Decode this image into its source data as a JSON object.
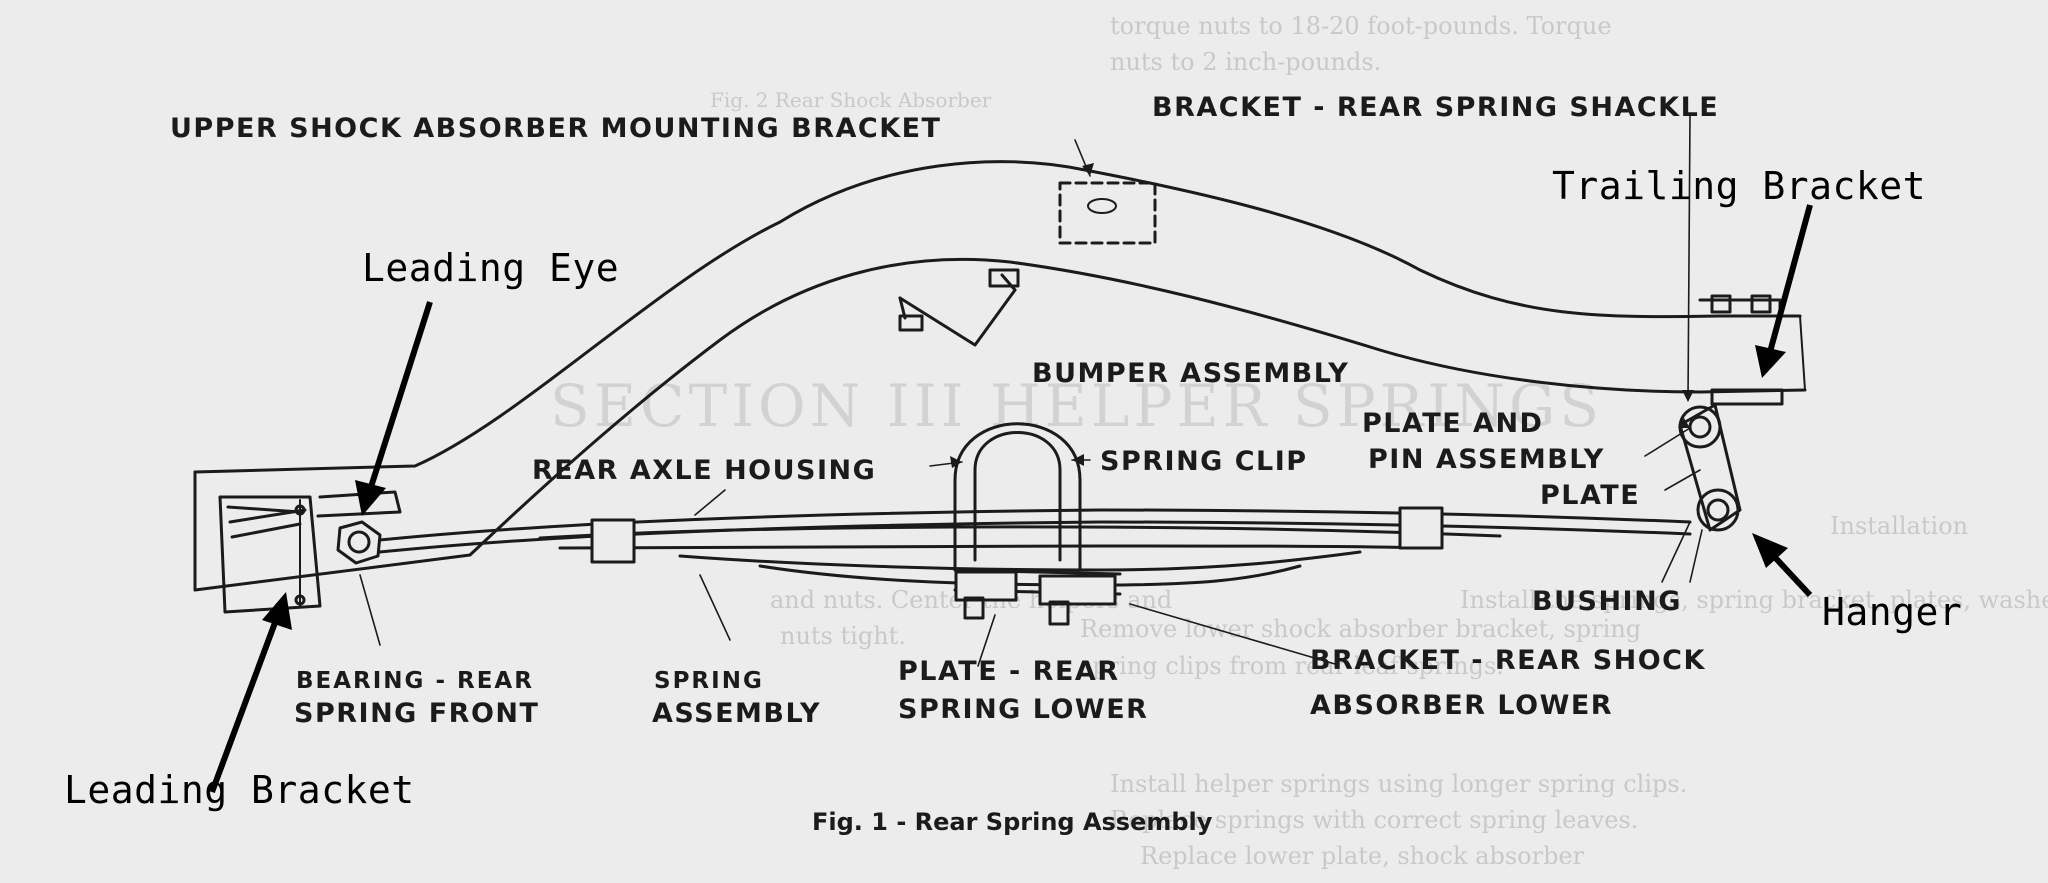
{
  "figure": {
    "caption": "Fig. 1 - Rear Spring Assembly"
  },
  "background_text": {
    "top_line_1": "torque nuts to 18-20 foot-pounds. Torque",
    "top_line_2": "nuts to 2 inch-pounds.",
    "top_ref": "Fig. 2 Rear Shock Absorber",
    "heading": "SECTION III HELPER SPRINGS",
    "side_1": "Installation",
    "mid_1": "Install the springs, spring bracket, plates, washers",
    "mid_2": "and nuts. Center the helpers and",
    "mid_3": "nuts tight.",
    "left_1": "Remove lower shock absorber bracket, spring",
    "left_2": "spring clips from rear leaf springs.",
    "bot_1": "Install helper springs using longer spring clips.",
    "bot_2": "Replace springs with correct spring leaves.",
    "bot_3": "Replace lower plate, shock absorber"
  },
  "labels": {
    "upper_shock": "UPPER SHOCK ABSORBER  MOUNTING BRACKET",
    "bracket_shackle": "BRACKET - REAR SPRING SHACKLE",
    "bumper": "BUMPER ASSEMBLY",
    "plate_pin_1": "PLATE AND",
    "plate_pin_2": "PIN ASSEMBLY",
    "rear_axle": "REAR AXLE HOUSING",
    "spring_clip": "SPRING CLIP",
    "plate": "PLATE",
    "bushing": "BUSHING",
    "bearing_1": "BEARING - REAR",
    "bearing_2": "SPRING FRONT",
    "spring_1": "SPRING",
    "spring_2": "ASSEMBLY",
    "plate_lower_1": "PLATE - REAR",
    "plate_lower_2": "SPRING LOWER",
    "bracket_shock_1": "BRACKET - REAR SHOCK",
    "bracket_shock_2": "ABSORBER LOWER"
  },
  "annotations": {
    "leading_eye": "Leading Eye",
    "trailing_bracket": "Trailing Bracket",
    "hanger": "Hanger",
    "leading_bracket": "Leading Bracket"
  },
  "colors": {
    "paper": "#ececec",
    "ink": "#1b1b1b",
    "annotation": "#000000"
  }
}
